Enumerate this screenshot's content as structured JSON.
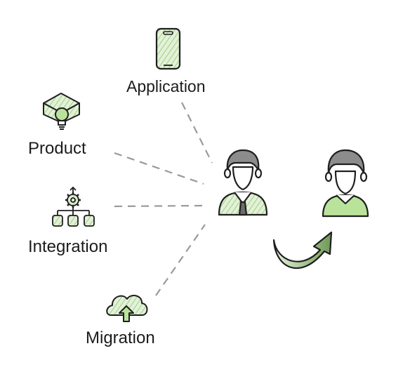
{
  "labels": {
    "application": "Application",
    "product": "Product",
    "integration": "Integration",
    "migration": "Migration"
  },
  "colors": {
    "accent_green": "#b9e39a",
    "hatch_green": "#c9e4b6",
    "outline": "#1f1f1f",
    "hair": "#8c8c8c",
    "dashed_line": "#9a9a9a",
    "arrow_dark": "#4f7a3c"
  },
  "icons": [
    "phone-icon",
    "box-lightbulb-icon",
    "integration-gear-icon",
    "cloud-upload-icon",
    "person-with-tie-icon",
    "person-icon",
    "curved-arrow-icon"
  ]
}
